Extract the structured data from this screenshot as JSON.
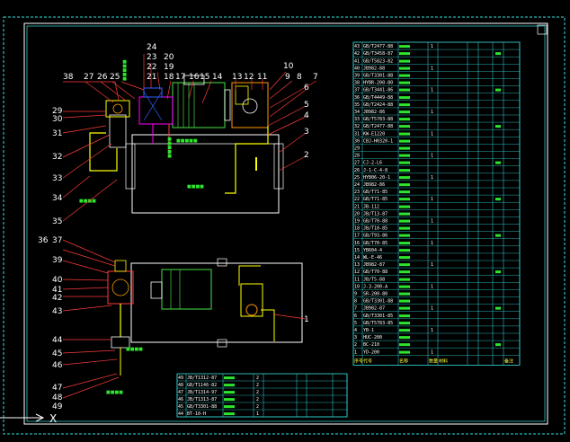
{
  "balloon_labels": {
    "top": [
      "24",
      "23",
      "20",
      "22",
      "19",
      "21",
      "18",
      "17",
      "16",
      "15",
      "14",
      "13",
      "12",
      "11",
      "10",
      "9",
      "8",
      "7",
      "6",
      "5",
      "4",
      "3",
      "2",
      "1"
    ],
    "left": [
      "38",
      "27",
      "26",
      "25",
      "29",
      "30",
      "31",
      "32",
      "33",
      "34",
      "35",
      "36",
      "37",
      "39",
      "40",
      "41",
      "42",
      "43",
      "44",
      "45",
      "46",
      "47",
      "48",
      "49"
    ]
  },
  "parts_list": {
    "rows": [
      [
        "43",
        "GB/T2477-88",
        "",
        "",
        ""
      ],
      [
        "42",
        "GB/T3458-87",
        "",
        "",
        ""
      ],
      [
        "41",
        "GB/T5823-82",
        "",
        "",
        ""
      ],
      [
        "40",
        "JB982-88",
        "",
        "",
        ""
      ],
      [
        "39",
        "GB/T3301-88",
        "",
        "",
        ""
      ],
      [
        "38",
        "HYBR-200-80",
        "",
        "",
        ""
      ],
      [
        "37",
        "GB/T3441-86",
        "",
        "",
        ""
      ],
      [
        "36",
        "GB/T4449-88",
        "",
        "",
        ""
      ],
      [
        "35",
        "GB/T2424-88",
        "",
        "",
        ""
      ],
      [
        "34",
        "JB982-86",
        "",
        "",
        ""
      ],
      [
        "33",
        "GB/T5783-88",
        "",
        "",
        ""
      ],
      [
        "32",
        "GB/T2477-88",
        "",
        "",
        ""
      ],
      [
        "31",
        "KW-E1220",
        "",
        "",
        ""
      ],
      [
        "30",
        "CBJ-H0320-1",
        "",
        "",
        ""
      ],
      [
        "29",
        "",
        "",
        "",
        ""
      ],
      [
        "28",
        "",
        "",
        "",
        ""
      ],
      [
        "27",
        "CJ-2-L6",
        "",
        "",
        ""
      ],
      [
        "26",
        "J-1-C-4-8",
        "",
        "",
        ""
      ],
      [
        "25",
        "HYB06-20-1",
        "",
        "",
        ""
      ],
      [
        "24",
        "JB982-86",
        "",
        "",
        ""
      ],
      [
        "23",
        "GB/T71-85",
        "",
        "",
        ""
      ],
      [
        "22",
        "GB/T71-85",
        "",
        "",
        ""
      ],
      [
        "21",
        "JB-112",
        "",
        "",
        ""
      ],
      [
        "20",
        "JB/T13-87",
        "",
        "",
        ""
      ],
      [
        "19",
        "GB/T70-88",
        "",
        "",
        ""
      ],
      [
        "18",
        "JB/T10-85",
        "",
        "",
        ""
      ],
      [
        "17",
        "GB/T93-86",
        "",
        "",
        ""
      ],
      [
        "16",
        "GB/T70-85",
        "",
        "",
        ""
      ],
      [
        "15",
        "YB604-4",
        "",
        "",
        ""
      ],
      [
        "14",
        "WL-E-46",
        "",
        "",
        ""
      ],
      [
        "13",
        "JB982-87",
        "",
        "",
        ""
      ],
      [
        "12",
        "GB/T70-88",
        "",
        "",
        ""
      ],
      [
        "11",
        "JB/T5-88",
        "",
        "",
        ""
      ],
      [
        "10",
        "J-3-200-A",
        "",
        "",
        ""
      ],
      [
        "9",
        "SR-200-80",
        "",
        "",
        ""
      ],
      [
        "8",
        "GB/T3301-88",
        "",
        "",
        ""
      ],
      [
        "7",
        "JB982-87",
        "",
        "",
        ""
      ],
      [
        "6",
        "GB/T3301-85",
        "",
        "",
        ""
      ],
      [
        "5",
        "GB/T5783-85",
        "",
        "",
        ""
      ],
      [
        "4",
        "YB-1",
        "",
        "",
        ""
      ],
      [
        "3",
        "HUC-200",
        "",
        "",
        ""
      ],
      [
        "2",
        "BC-210",
        "",
        "",
        ""
      ],
      [
        "1",
        "YD-200",
        "",
        "",
        ""
      ]
    ],
    "header": [
      "序号",
      "代号",
      "名称",
      "数量",
      "材料",
      "",
      "",
      "",
      "备注"
    ]
  },
  "lower_table": {
    "rows": [
      [
        "49",
        "JB/T1312-87",
        "",
        "2",
        "",
        "",
        "",
        ""
      ],
      [
        "48",
        "GB/T1146-82",
        "",
        "2",
        "",
        "",
        "",
        ""
      ],
      [
        "47",
        "JB/T1314-97",
        "",
        "2",
        "",
        "",
        "",
        ""
      ],
      [
        "46",
        "JB/T1313-87",
        "",
        "2",
        "",
        "",
        "",
        ""
      ],
      [
        "45",
        "GB/T3301-88",
        "",
        "2",
        "",
        "",
        "",
        ""
      ],
      [
        "44",
        "BT-10-H",
        "",
        "1",
        "",
        "",
        "",
        ""
      ]
    ]
  },
  "colors": {
    "frame": "#36e0e0",
    "outline": "#ffffff",
    "leader": "#ff3b3b",
    "pipe": "#ffff00",
    "motor": "#3dbb3d",
    "valve": "#ff00ff",
    "blue": "#3060ff",
    "orange": "#ff9900"
  }
}
